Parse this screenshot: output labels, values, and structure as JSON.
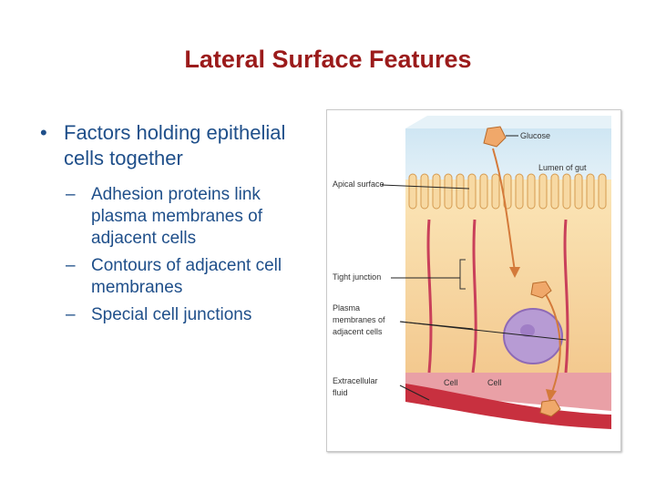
{
  "slide": {
    "title": "Lateral Surface Features",
    "bullet": "Factors holding epithelial cells together",
    "bullet_marker": "•",
    "sub_marker": "–",
    "sub_items": [
      "Adhesion proteins link plasma membranes of adjacent cells",
      "Contours of adjacent cell membranes",
      "Special cell junctions"
    ]
  },
  "figure": {
    "labels": {
      "glucose": "Glucose",
      "lumen": "Lumen of gut",
      "apical": "Apical surface",
      "tight": "Tight junction",
      "plasma1": "Plasma",
      "plasma2": "membranes of",
      "plasma3": "adjacent cells",
      "cell_a": "Cell",
      "cell_b": "Cell",
      "extra1": "Extracellular",
      "extra2": "fluid"
    }
  }
}
